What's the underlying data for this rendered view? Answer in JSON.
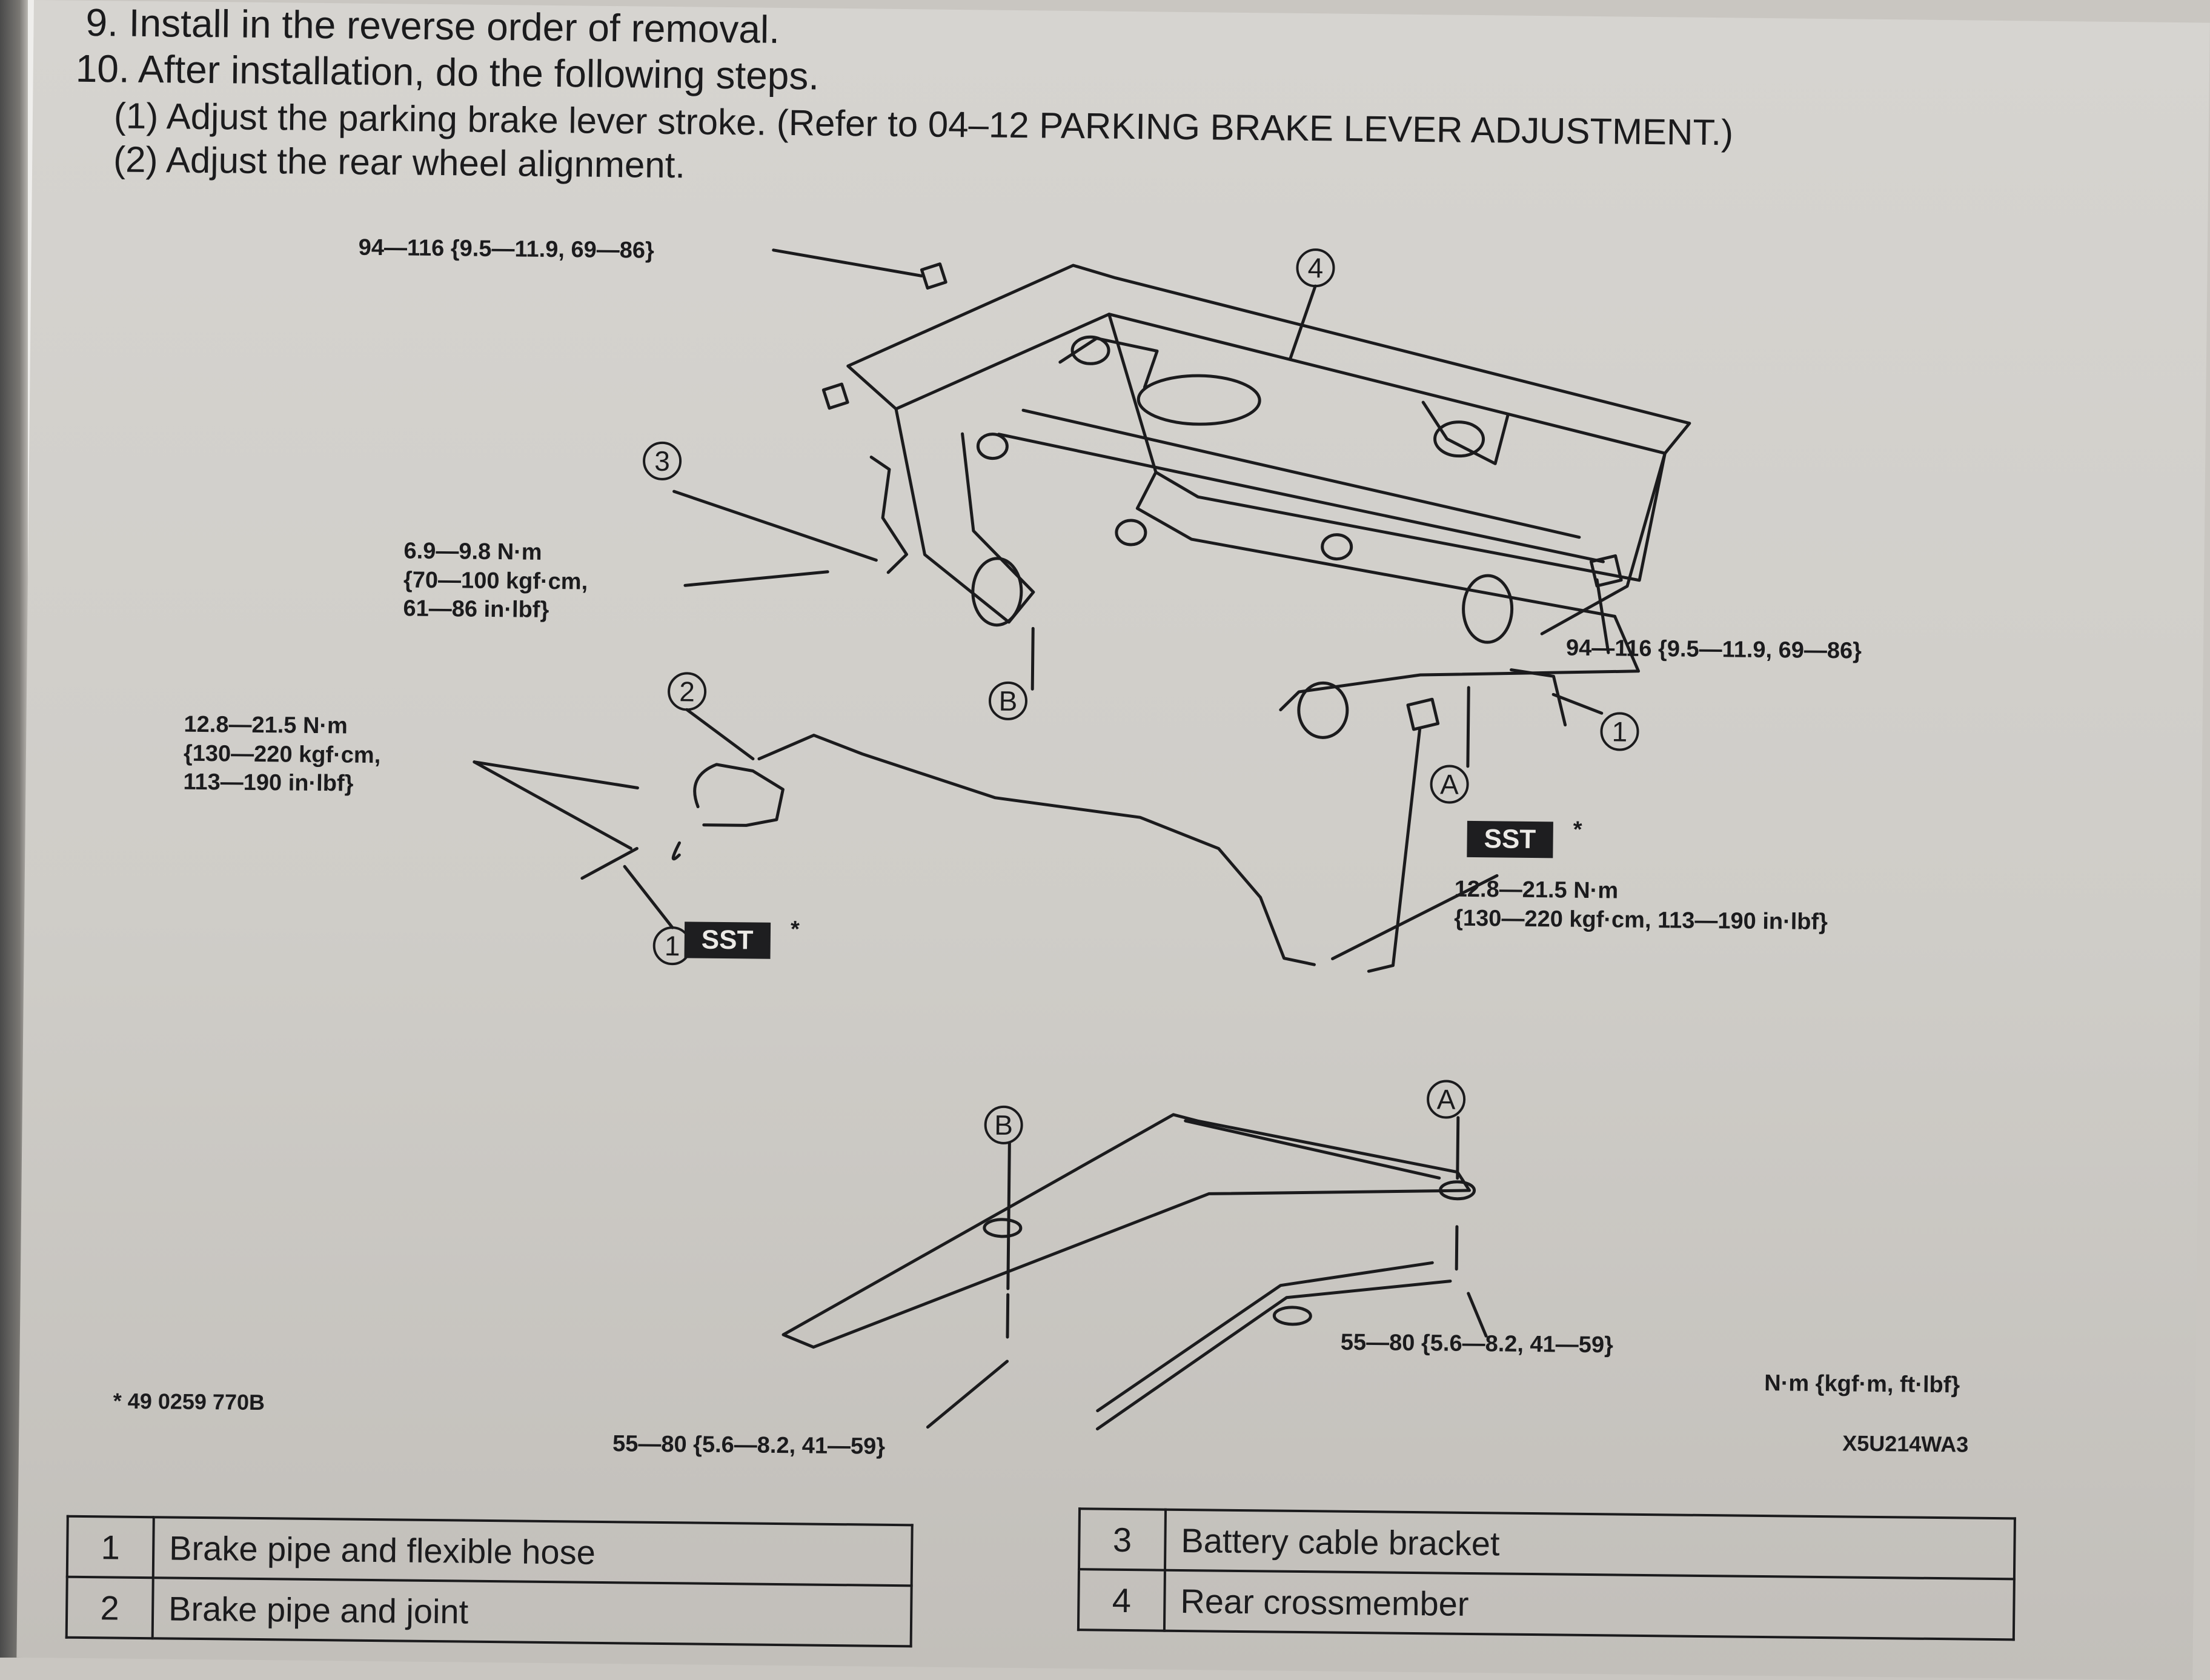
{
  "steps": {
    "step9": "9. Install in the reverse order of removal.",
    "step10": "10. After installation, do the following steps.",
    "sub1": "(1) Adjust the parking brake lever stroke. (Refer to 04–12 PARKING BRAKE LEVER ADJUSTMENT.)",
    "sub2": "(2) Adjust the rear wheel alignment."
  },
  "torque_labels": {
    "top_left": "94—116 {9.5—11.9, 69—86}",
    "bracket_line1": "6.9—9.8 N·m",
    "bracket_line2": "{70—100 kgf·cm,",
    "bracket_line3": "61—86 in·lbf}",
    "right": "94—116 {9.5—11.9, 69—86}",
    "pipe_left_line1": "12.8—21.5 N·m",
    "pipe_left_line2": "{130—220 kgf·cm,",
    "pipe_left_line3": "113—190 in·lbf}",
    "pipe_right_line1": "12.8—21.5 N·m",
    "pipe_right_line2": "{130—220 kgf·cm, 113—190 in·lbf}",
    "bracket_bottom_right": "55—80 {5.6—8.2, 41—59}",
    "bracket_bottom_left": "55—80 {5.6—8.2, 41—59}"
  },
  "callouts": {
    "c1": "1",
    "c2": "2",
    "c3": "3",
    "c4": "4",
    "cA": "A",
    "cB": "B"
  },
  "sst_label": "SST",
  "star": "*",
  "sst_note": "* 49 0259 770B",
  "units": "N·m {kgf·m, ft·lbf}",
  "figure_code": "X5U214WA3",
  "legend_left": [
    {
      "num": "1",
      "text": "Brake pipe and flexible hose"
    },
    {
      "num": "2",
      "text": "Brake pipe and joint"
    }
  ],
  "legend_right": [
    {
      "num": "3",
      "text": "Battery cable bracket"
    },
    {
      "num": "4",
      "text": "Rear crossmember"
    }
  ]
}
